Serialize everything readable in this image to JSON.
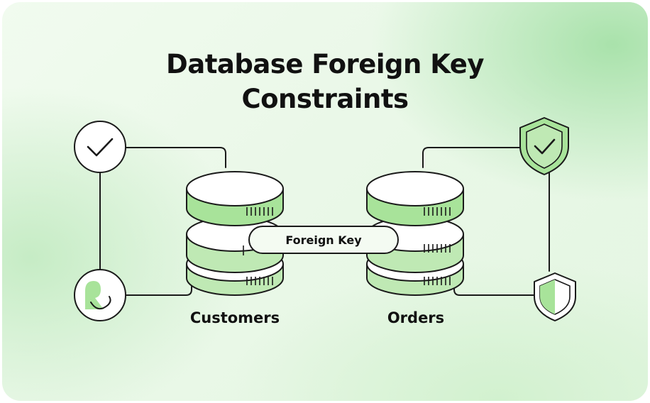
{
  "title": {
    "line1": "Database Foreign Key",
    "line2": "Constraints"
  },
  "databases": {
    "left": {
      "label": "Customers"
    },
    "right": {
      "label": "Orders"
    }
  },
  "relationship": {
    "label": "Foreign Key"
  },
  "icons": {
    "left_top": "check-circle-icon",
    "left_bottom": "user-circle-icon",
    "right_top": "shield-check-icon",
    "right_bottom": "shield-half-icon"
  },
  "colors": {
    "accent_light": "#a8e39a",
    "accent_mid": "#bfe9b4",
    "accent_pale": "#d6f1cf",
    "stroke": "#1a1a1a",
    "background": "#eaf8e8"
  }
}
